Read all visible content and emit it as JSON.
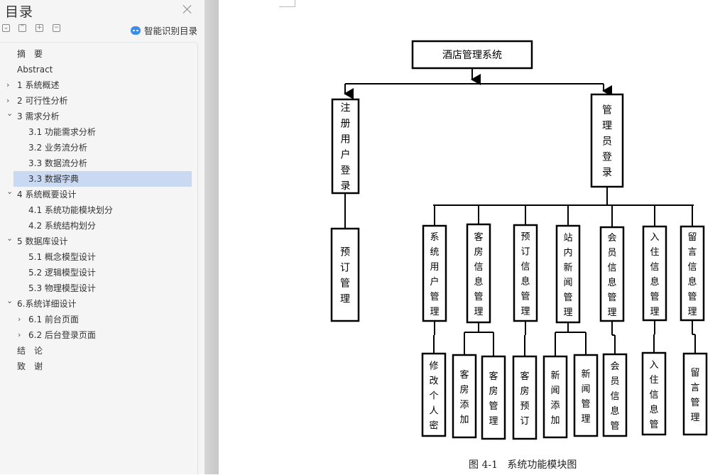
{
  "sidebar": {
    "title": "目录",
    "close_icon": "close-icon",
    "toolbar": {
      "collapse_all": "chevron-down-icon",
      "expand_all": "chevron-up-icon",
      "add_level": "plus-icon",
      "remove_level": "minus-icon"
    },
    "smart_toc_label": "智能识别目录",
    "toc": [
      {
        "label": "摘　要",
        "level": 1,
        "chevron": ""
      },
      {
        "label": "Abstract",
        "level": 1,
        "chevron": ""
      },
      {
        "label": "1  系统概述",
        "level": 1,
        "chevron": "›"
      },
      {
        "label": "2  可行性分析",
        "level": 1,
        "chevron": "›"
      },
      {
        "label": "3  需求分析",
        "level": 1,
        "chevron": "⌄"
      },
      {
        "label": "3.1  功能需求分析",
        "level": 2,
        "chevron": ""
      },
      {
        "label": "3.2  业务流分析",
        "level": 2,
        "chevron": ""
      },
      {
        "label": "3.3  数据流分析",
        "level": 2,
        "chevron": ""
      },
      {
        "label": "3.3  数据字典",
        "level": 2,
        "chevron": "",
        "selected": true
      },
      {
        "label": "4  系统概要设计",
        "level": 1,
        "chevron": "⌄"
      },
      {
        "label": "4.1  系统功能模块划分",
        "level": 2,
        "chevron": ""
      },
      {
        "label": "4.2  系统结构划分",
        "level": 2,
        "chevron": ""
      },
      {
        "label": "5  数据库设计",
        "level": 1,
        "chevron": "⌄"
      },
      {
        "label": "5.1  概念模型设计",
        "level": 2,
        "chevron": ""
      },
      {
        "label": "5.2  逻辑模型设计",
        "level": 2,
        "chevron": ""
      },
      {
        "label": "5.3  物理模型设计",
        "level": 2,
        "chevron": ""
      },
      {
        "label": "6.系统详细设计",
        "level": 1,
        "chevron": "⌄"
      },
      {
        "label": "6.1  前台页面",
        "level": 2,
        "chevron": "›"
      },
      {
        "label": "6.2  后台登录页面",
        "level": 2,
        "chevron": "›"
      },
      {
        "label": "结　论",
        "level": 1,
        "chevron": ""
      },
      {
        "label": "致　谢",
        "level": 1,
        "chevron": ""
      }
    ]
  },
  "diagram": {
    "root": "酒店管理系统",
    "user_login": "注册用户登录",
    "user_child": "预订管理",
    "admin_login": "管理员登录",
    "modules": [
      {
        "label": "系统用户管理",
        "children": [
          "修改个人密"
        ]
      },
      {
        "label": "客房信息管理",
        "children": [
          "客房添加",
          "客房管理"
        ]
      },
      {
        "label": "预订信息管理",
        "children": [
          "客房预订"
        ]
      },
      {
        "label": "站内新闻管理",
        "children": [
          "新闻添加",
          "新闻管理"
        ]
      },
      {
        "label": "会员信息管理",
        "children": [
          "会员信息管"
        ]
      },
      {
        "label": "入住信息管理",
        "children": [
          "入住信息管"
        ]
      },
      {
        "label": "留言信息管理",
        "children": [
          "留言管理"
        ]
      }
    ],
    "caption": "图 4-1   系统功能模块图"
  }
}
